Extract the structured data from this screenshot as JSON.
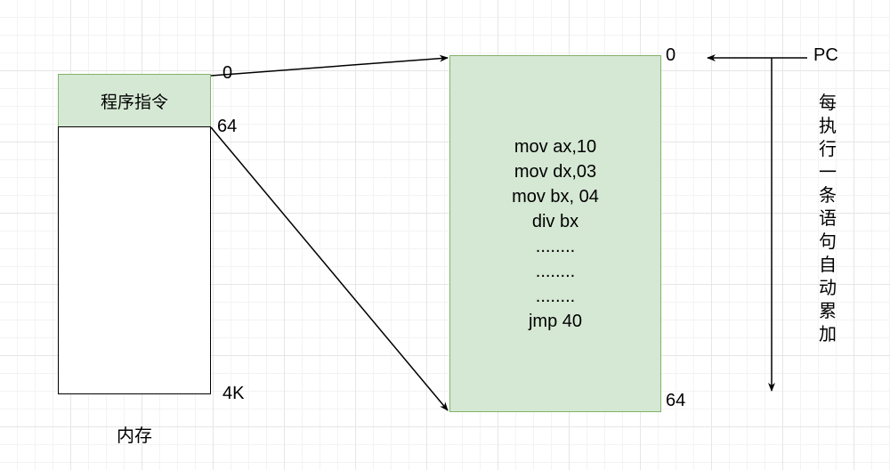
{
  "memory": {
    "header_label": "程序指令",
    "caption": "内存",
    "addr_top": "0",
    "addr_header_end": "64",
    "addr_bottom": "4K"
  },
  "code_block": {
    "lines": [
      "mov ax,10",
      "mov dx,03",
      "mov bx, 04",
      "div bx",
      "........",
      "........",
      "........",
      "jmp 40"
    ],
    "addr_top": "0",
    "addr_bottom": "64"
  },
  "pc": {
    "label": "PC",
    "note": "每执行一条语句自动累加"
  },
  "colors": {
    "box_fill": "#d5e8d4",
    "box_border": "#82b366",
    "line": "#000000"
  }
}
